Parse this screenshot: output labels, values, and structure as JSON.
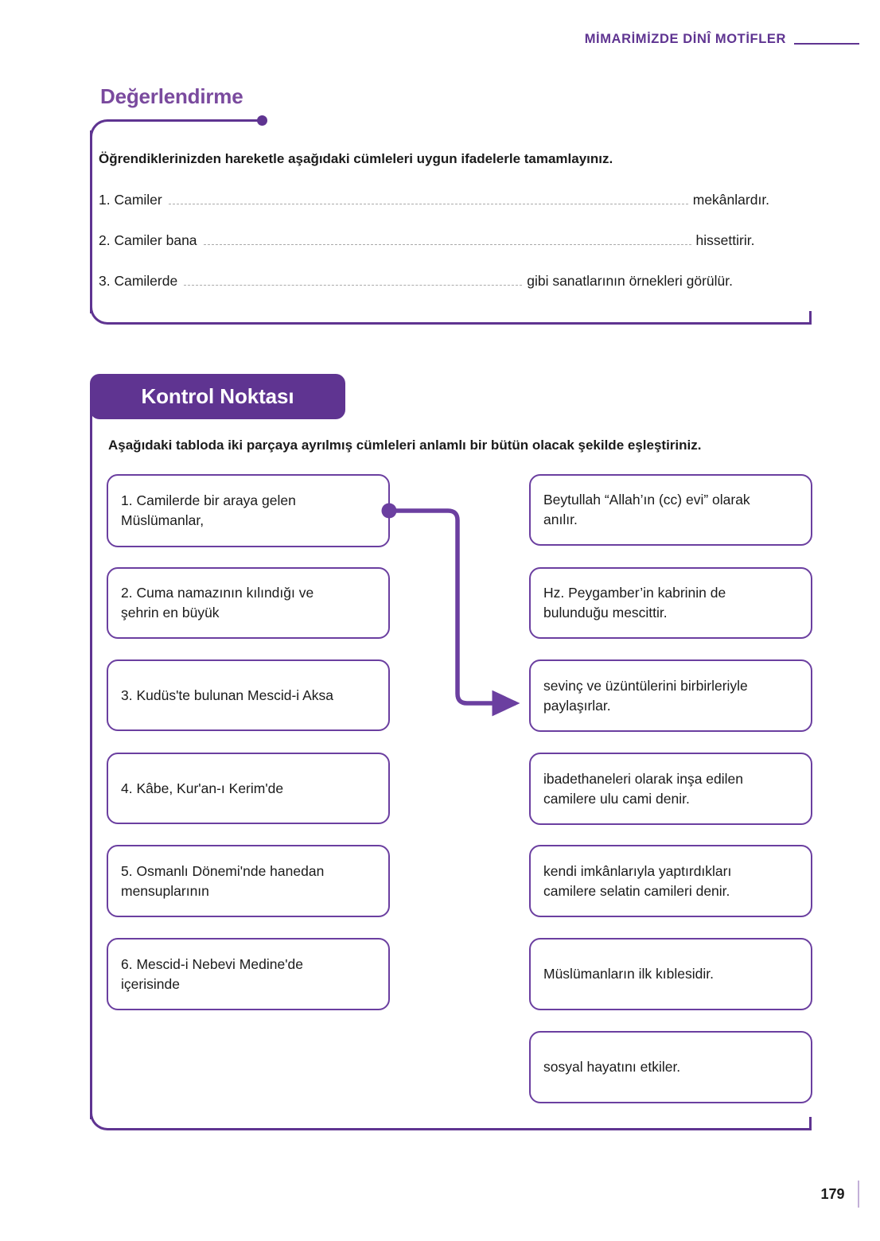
{
  "header": {
    "title": "MİMARİMİZDE DİNÎ MOTİFLER"
  },
  "evaluation": {
    "heading": "Değerlendirme",
    "instruction": "Öğrendiklerinizden hareketle aşağıdaki cümleleri uygun ifadelerle tamamlayınız.",
    "items": [
      {
        "lead": "1. Camiler",
        "tail": "mekânlardır."
      },
      {
        "lead": "2. Camiler bana",
        "tail": "hissettirir."
      },
      {
        "lead": "3. Camilerde",
        "tail": "gibi sanatlarının örnekleri görülür."
      }
    ]
  },
  "checkpoint": {
    "badge": "Kontrol Noktası",
    "instruction": "Aşağıdaki tabloda iki parçaya ayrılmış cümleleri anlamlı bir bütün olacak şekilde eşleştiriniz.",
    "left_items": [
      {
        "line1": "1. Camilerde bir araya gelen",
        "line2": "Müslümanlar,"
      },
      {
        "line1": "2. Cuma namazının kılındığı ve",
        "line2": "şehrin en büyük"
      },
      {
        "line1": "3. Kudüs'te bulunan Mescid-i Aksa",
        "line2": ""
      },
      {
        "line1": "4. Kâbe, Kur'an-ı Kerim'de",
        "line2": ""
      },
      {
        "line1": "5. Osmanlı Dönemi'nde hanedan",
        "line2": "mensuplarının"
      },
      {
        "line1": "6. Mescid-i Nebevi Medine'de",
        "line2": "içerisinde"
      }
    ],
    "right_items": [
      {
        "line1": "Beytullah “Allah’ın (cc) evi” olarak",
        "line2": "anılır."
      },
      {
        "line1": "Hz. Peygamber’in kabrinin de",
        "line2": "bulunduğu mescittir."
      },
      {
        "line1": "sevinç ve üzüntülerini birbirleriyle",
        "line2": "paylaşırlar."
      },
      {
        "line1": "ibadethaneleri olarak inşa edilen",
        "line2": "camilere ulu cami denir."
      },
      {
        "line1": "kendi imkânlarıyla yaptırdıkları",
        "line2": "camilere selatin camileri denir."
      },
      {
        "line1": "Müslümanların ilk kıblesidir.",
        "line2": ""
      },
      {
        "line1": "sosyal hayatını etkiler.",
        "line2": ""
      }
    ],
    "connection": {
      "from": "left-1",
      "to": "right-3"
    }
  },
  "footer": {
    "page_number": "179"
  },
  "colors": {
    "purple": "#5f3491",
    "box_border": "#6b3fa0",
    "heading": "#7a4a9e",
    "footer_bar": "#c3b0d8",
    "blank_line": "#aaaaaa"
  }
}
